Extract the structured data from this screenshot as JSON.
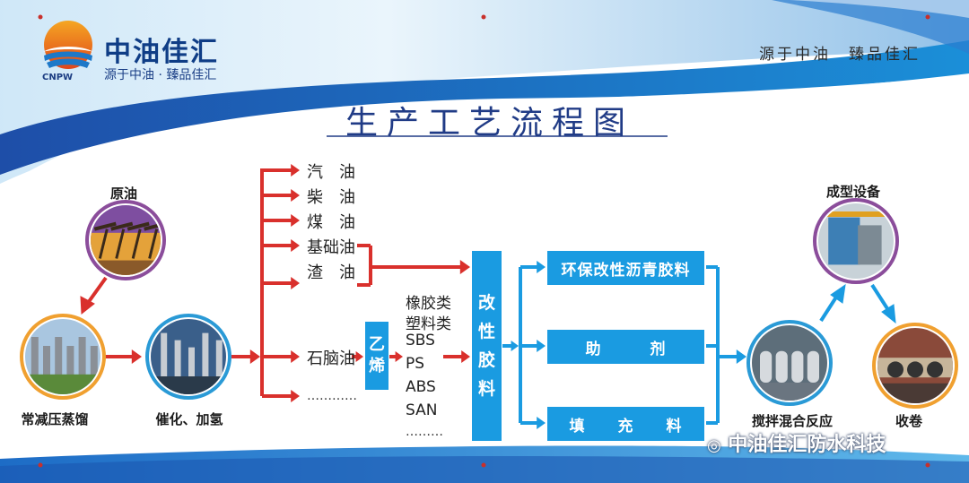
{
  "logo": {
    "name": "中油佳汇",
    "slogan": "源于中油 · 臻品佳汇",
    "abbr": "CNPW"
  },
  "top_slogan": "源于中油　臻品佳汇",
  "title": "生产工艺流程图",
  "nodes": {
    "crude": "原油",
    "distill": "常减压蒸馏",
    "catalytic": "催化、加氢",
    "equipment": "成型设备",
    "mixing": "搅拌混合反应",
    "rolling": "收卷"
  },
  "products": [
    "汽油",
    "柴油",
    "煤油",
    "基础油",
    "渣油"
  ],
  "naphtha": "石脑油",
  "ellipsis_1": "…………",
  "ethylene": "乙烯",
  "polymers": [
    "橡胶类",
    "塑料类",
    "SBS",
    "PS",
    "ABS",
    "SAN"
  ],
  "ellipsis_2": "………",
  "modified_material": "改性胶料",
  "outputs": {
    "asphalt": "环保改性沥青胶料",
    "additive": "助　　　剂",
    "filler": "填　　充　　料"
  },
  "watermark": "中油佳汇防水科技",
  "colors": {
    "arrow_red": "#d9302c",
    "box_blue": "#1a9be1",
    "title_blue": "#203b86",
    "circle_orange": "#f0a030",
    "circle_purple": "#8b4d9b",
    "circle_blue": "#2a9ad6"
  }
}
